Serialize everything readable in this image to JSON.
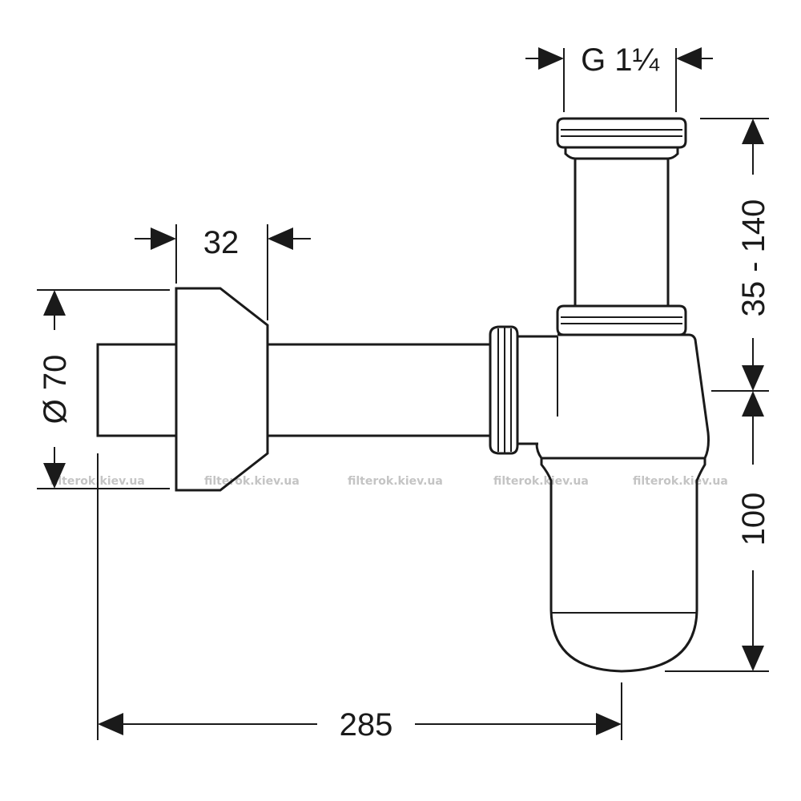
{
  "dimensions": {
    "thread": "G 1¼",
    "flange_width": "32",
    "diameter": "Ø 70",
    "height_adjust": "35 - 140",
    "trap_depth": "100",
    "overall_length": "285"
  },
  "watermarks": [
    "filterok.kiev.ua",
    "filterok.kiev.ua",
    "filterok.kiev.ua",
    "filterok.kiev.ua",
    "filterok.kiev.ua"
  ],
  "colors": {
    "line": "#1a1a1a",
    "watermark": "#c4c4c4",
    "background": "#ffffff"
  }
}
